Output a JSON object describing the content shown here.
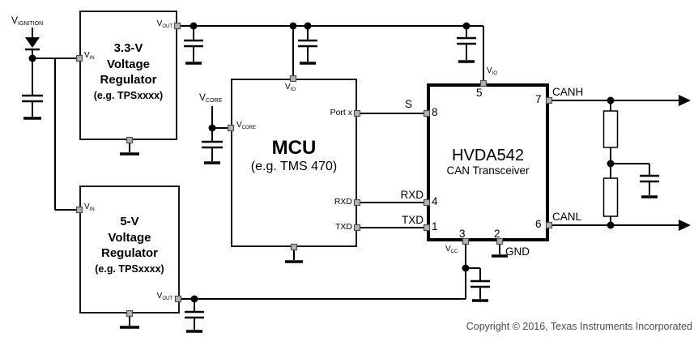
{
  "nets": {
    "v_ignition": {
      "base": "V",
      "sub": "IGNITION"
    },
    "v_core": {
      "base": "V",
      "sub": "CORE"
    }
  },
  "blocks": {
    "reg_3v3": {
      "title_lines": [
        "3.3-V",
        "Voltage",
        "Regulator"
      ],
      "subtitle": "(e.g. TPSxxxx)",
      "pin_vin": {
        "base": "V",
        "sub": "IN"
      },
      "pin_vout": {
        "base": "V",
        "sub": "OUT"
      }
    },
    "reg_5v": {
      "title_lines": [
        "5-V",
        "Voltage",
        "Regulator"
      ],
      "subtitle": "(e.g. TPSxxxx)",
      "pin_vin": {
        "base": "V",
        "sub": "IN"
      },
      "pin_vout": {
        "base": "V",
        "sub": "OUT"
      }
    },
    "mcu": {
      "title": "MCU",
      "subtitle": "(e.g. TMS 470)",
      "pin_vio": {
        "base": "V",
        "sub": "IO"
      },
      "pin_vcore": {
        "base": "V",
        "sub": "CORE"
      },
      "pin_portx": "Port x",
      "pin_rxd": "RXD",
      "pin_txd": "TXD"
    },
    "hvda542": {
      "title": "HVDA542",
      "subtitle": "CAN Transceiver",
      "pin_vio": {
        "base": "V",
        "sub": "IO"
      },
      "pin_vcc": {
        "base": "V",
        "sub": "CC"
      },
      "pin_gnd": "GND",
      "sig_s": "S",
      "sig_rxd": "RXD",
      "sig_txd": "TXD",
      "sig_canh": "CANH",
      "sig_canl": "CANL",
      "pin_numbers": {
        "s": "8",
        "vio": "5",
        "canh": "7",
        "rxd": "4",
        "txd": "1",
        "canl": "6",
        "vcc": "3",
        "gnd": "2"
      }
    }
  },
  "footer": {
    "copyright": "Copyright © 2016, Texas Instruments Incorporated"
  },
  "colors": {
    "wire": "#000000",
    "pin_fill": "#b3b3b3",
    "pin_border": "#4d4d4d",
    "copyright": "#4d4d4d"
  }
}
